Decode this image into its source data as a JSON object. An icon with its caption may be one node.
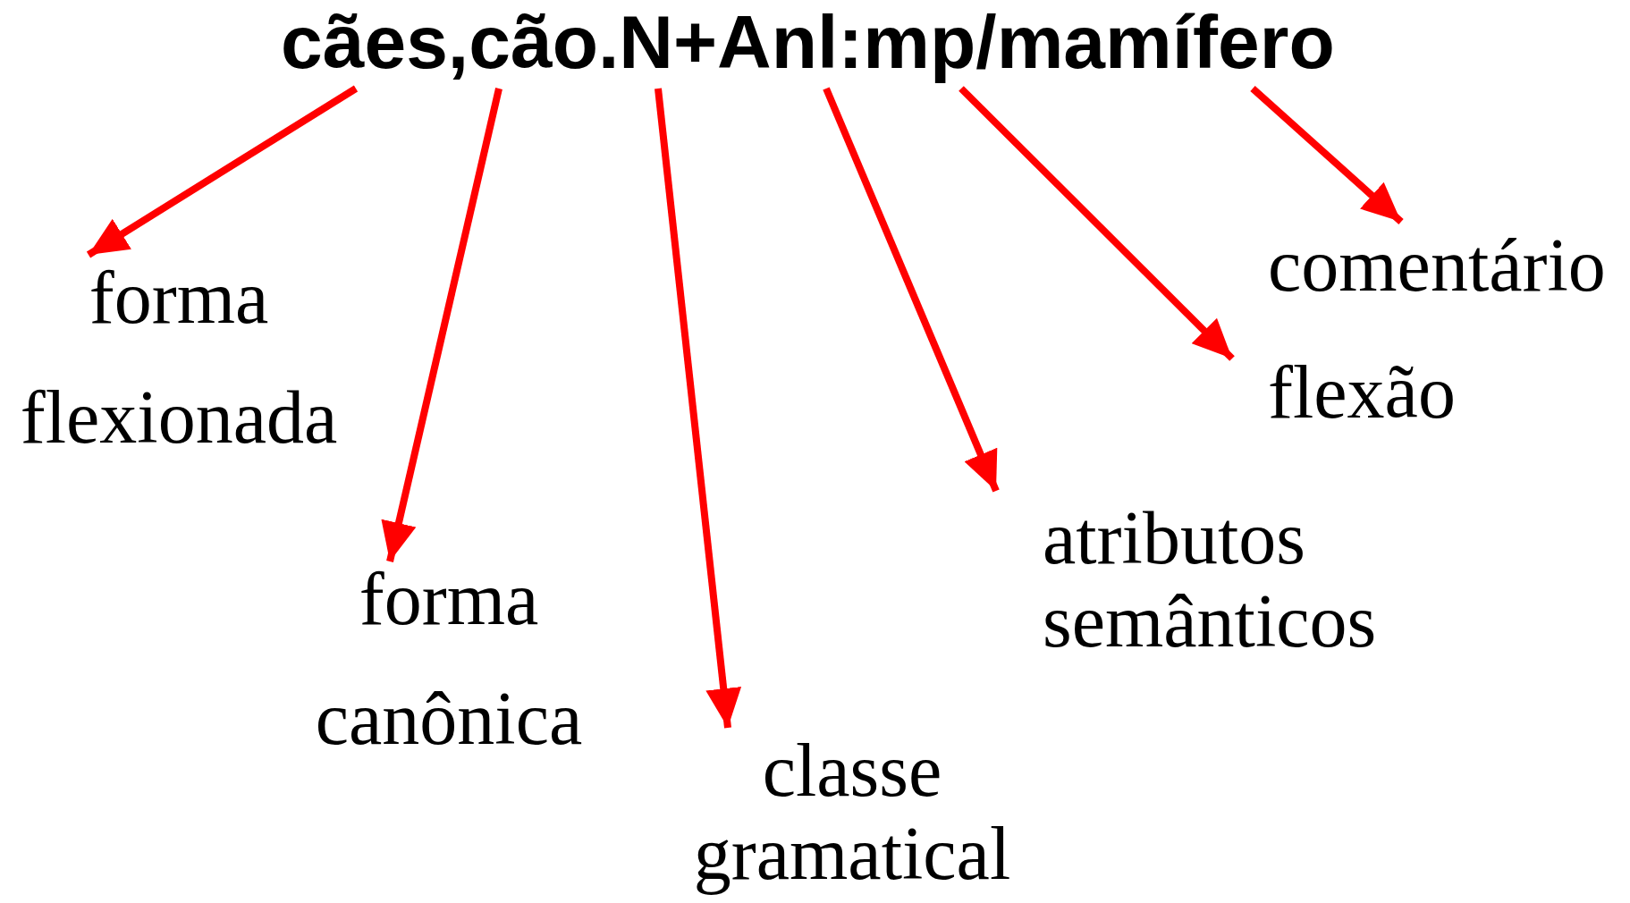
{
  "diagram": {
    "nodes": [
      {
        "text": [
          "cães,cão.N+Anl:mp/mamífero"
        ]
      },
      {
        "text": [
          "forma flexionada"
        ]
      },
      {
        "text": [
          "forma canônica"
        ]
      },
      {
        "text": [
          "classe gramatical"
        ]
      },
      {
        "text": [
          "atributos semânticos"
        ]
      },
      {
        "text": [
          "flexão"
        ]
      },
      {
        "text": [
          "comentário"
        ]
      }
    ],
    "edges": [
      {
        "from": 0,
        "to": 1,
        "arrow": "to"
      },
      {
        "from": 0,
        "to": 2,
        "arrow": "to"
      },
      {
        "from": 0,
        "to": 3,
        "arrow": "to"
      },
      {
        "from": 0,
        "to": 4,
        "arrow": "to"
      },
      {
        "from": 0,
        "to": 5,
        "arrow": "to"
      },
      {
        "from": 0,
        "to": 6,
        "arrow": "to"
      }
    ]
  }
}
